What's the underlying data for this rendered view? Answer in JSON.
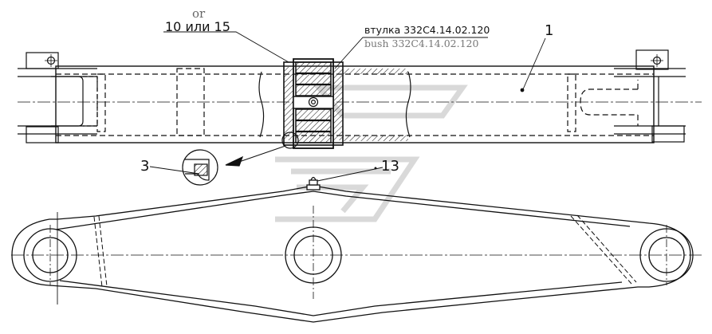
{
  "labels": {
    "or_text": "or",
    "size_option": "10 или 15",
    "bush_ru": "втулка  332С4.14.02.120",
    "bush_en": "bush 332C4.14.02.120",
    "pos_1": "1",
    "pos_3": "3",
    "pos_13": "13"
  },
  "colors": {
    "line": "#111111",
    "hatch": "#222222",
    "watermark": "#d9d9d9"
  }
}
